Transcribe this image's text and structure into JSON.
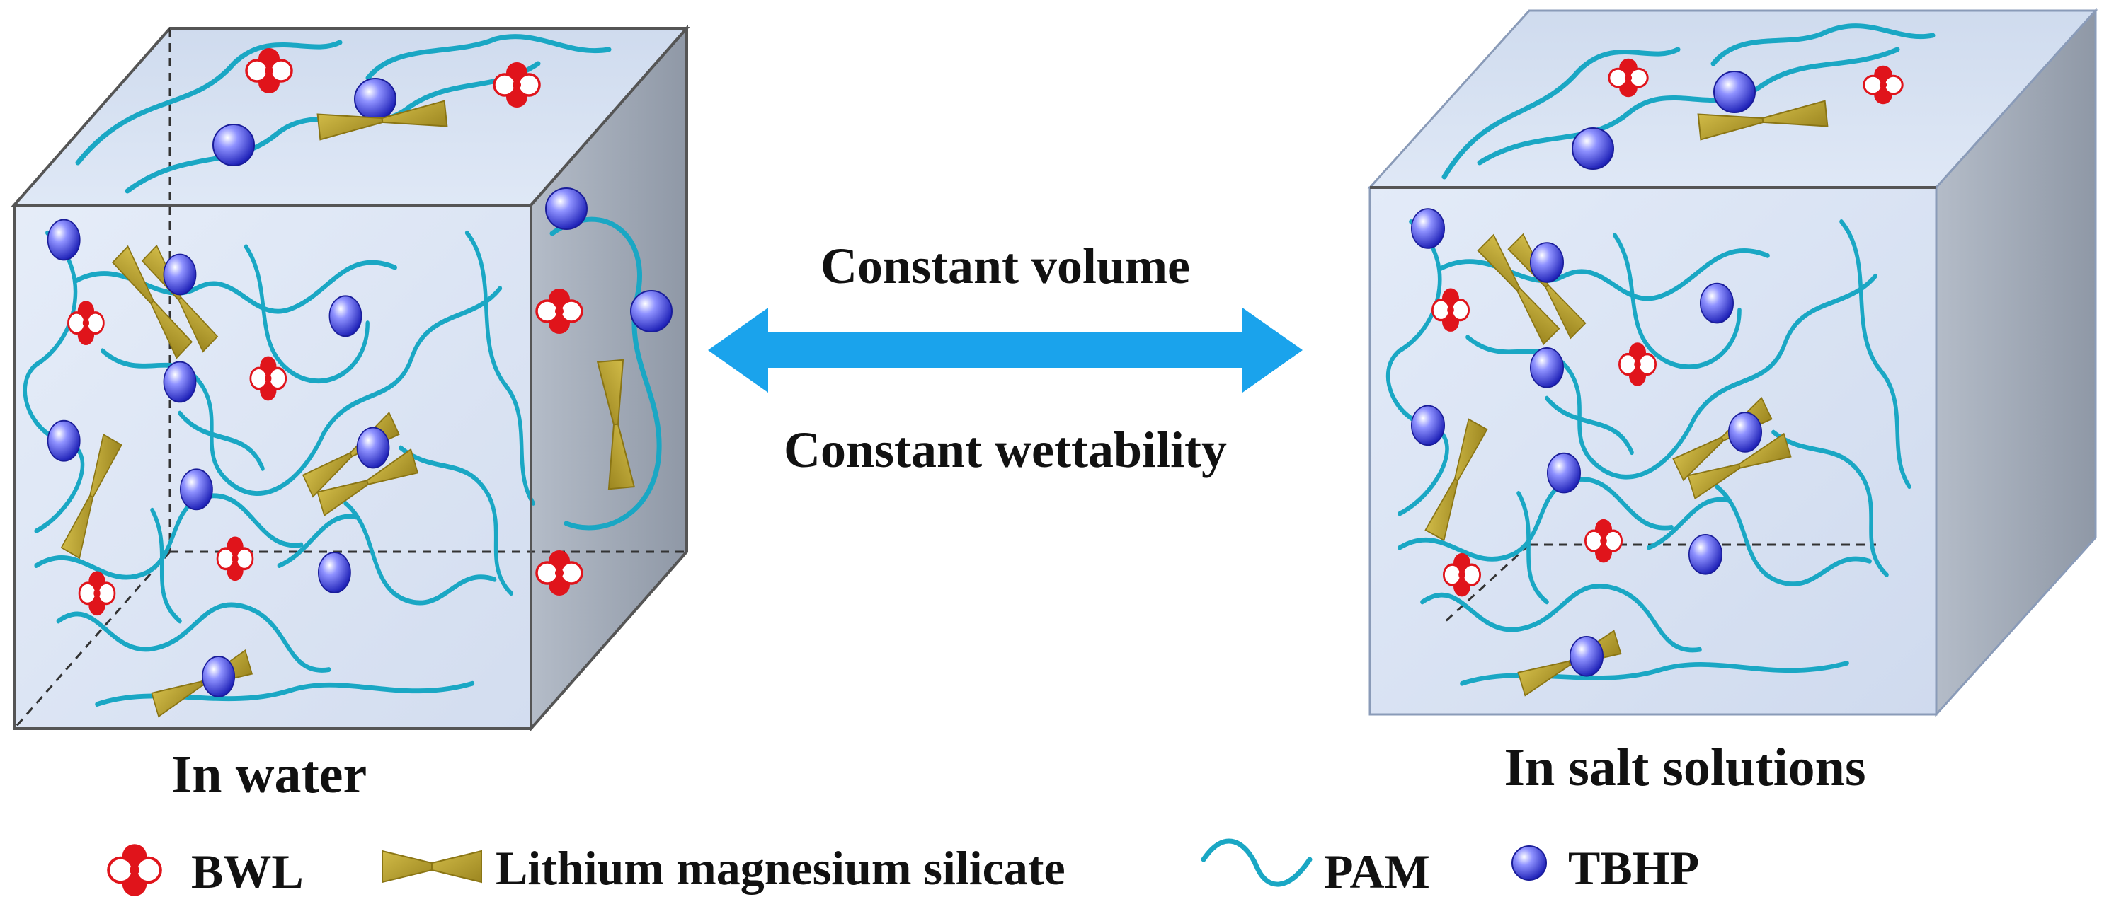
{
  "diagram": {
    "arrow_top": "Constant volume",
    "arrow_bottom": "Constant wettability",
    "left_label": "In water",
    "right_label": "In salt solutions",
    "legend": [
      {
        "icon": "bwl-icon",
        "label": "BWL"
      },
      {
        "icon": "lithium-magnesium-silicate-icon",
        "label": "Lithium magnesium silicate"
      },
      {
        "icon": "pam-icon",
        "label": "PAM"
      },
      {
        "icon": "tbhp-icon",
        "label": "TBHP"
      }
    ],
    "colors": {
      "chain": "#1aa7c4",
      "sphere": "#3b3fe0",
      "bwl": "#e0141b",
      "silicate": "#b9a02a",
      "arrow": "#1aa3ec",
      "cube_face": "#d9e3f3"
    }
  }
}
